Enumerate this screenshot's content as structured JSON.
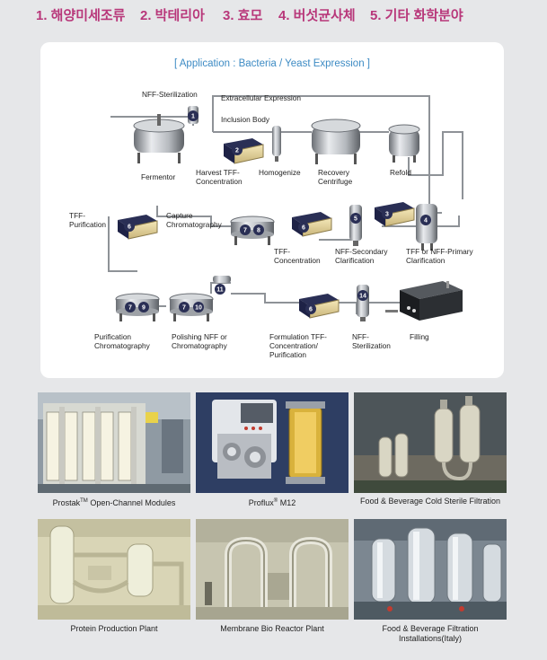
{
  "tabs": [
    "1. 해양미세조류",
    "2. 박테리아",
    "3. 효모",
    "4. 버섯균사체",
    "5. 기타 화학분야"
  ],
  "diagram": {
    "title": "[ Application : Bacteria / Yeast Expression ]",
    "labels": {
      "nff_sterilization_top": "NFF-Sterilization",
      "extracellular": "Extracellular Expression",
      "inclusion": "Inclusion Body",
      "fermentor": "Fermentor",
      "harvest_1": "Harvest TFF-",
      "harvest_2": "Concentration",
      "homogenize": "Homogenize",
      "recovery_1": "Recovery",
      "recovery_2": "Centrifuge",
      "refold": "Refold",
      "tff_purification_1": "TFF-",
      "tff_purification_2": "Purification",
      "capture_1": "Capture",
      "capture_2": "Chromatography",
      "tff_conc_1": "TFF-",
      "tff_conc_2": "Concentration",
      "nff_secondary_1": "NFF-Secondary",
      "nff_secondary_2": "Clarification",
      "tff_primary_1": "TFF or NFF-Primary",
      "tff_primary_2": "Clarification",
      "purif_chrom_1": "Purification",
      "purif_chrom_2": "Chromatography",
      "polishing_1": "Polishing NFF or",
      "polishing_2": "Chromatography",
      "formulation_1": "Formulation TFF-",
      "formulation_2": "Concentration/",
      "formulation_3": "Purification",
      "nff_steril_bottom_1": "NFF-",
      "nff_steril_bottom_2": "Sterilization",
      "filling": "Filling"
    },
    "badges": {
      "b1": "1",
      "b2": "2",
      "b3": "3",
      "b4": "4",
      "b5": "5",
      "b6a": "6",
      "b6b": "6",
      "b6c": "6",
      "b7a": "7",
      "b8": "8",
      "b7b": "7",
      "b9": "9",
      "b7c": "7",
      "b10": "10",
      "b11": "11",
      "b14": "14"
    }
  },
  "photos": {
    "captions": {
      "p1": "Prostak",
      "p1_tm": "TM",
      "p1_rest": " Open-Channel Modules",
      "p2": "Proflux",
      "p2_r": "®",
      "p2_rest": " M12",
      "p3": "Food & Beverage Cold Sterile Filtration",
      "p4": "Protein Production Plant",
      "p5": "Membrane Bio Reactor Plant",
      "p6_1": "Food & Beverage Filtration",
      "p6_2": "Installations(Italy)"
    }
  }
}
